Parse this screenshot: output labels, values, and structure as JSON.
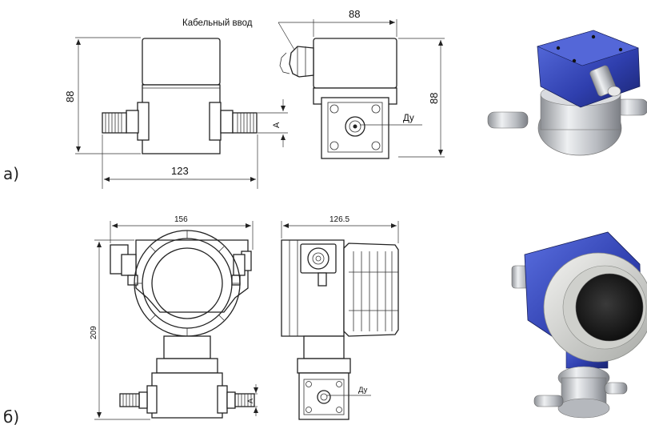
{
  "colors": {
    "housing_blue": "#2f3fae",
    "metal": "#c9cbd0"
  },
  "top": {
    "label": "а)",
    "cable_entry": "Кабельный ввод",
    "dim_width_right": "88",
    "dim_height_left": "88",
    "dim_height_right": "88",
    "dim_length": "123",
    "dim_a": "A",
    "dim_du": "Ду"
  },
  "bottom": {
    "label": "б)",
    "dim_width_left": "156",
    "dim_width_right": "126.5",
    "dim_height": "209",
    "dim_a": "A",
    "dim_du": "Ду"
  }
}
